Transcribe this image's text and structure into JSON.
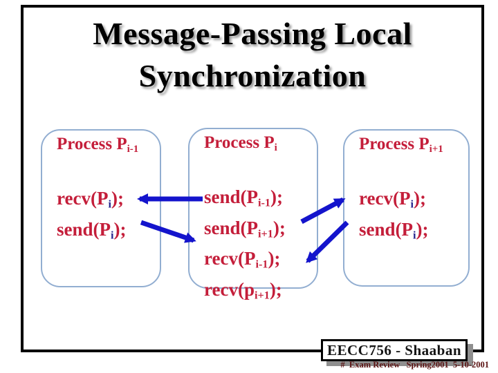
{
  "slide": {
    "title_line1": "Message-Passing Local",
    "title_line2": "Synchronization"
  },
  "boxes": [
    {
      "title": {
        "base": "Process P",
        "sub": "i-1"
      },
      "lines": [
        {
          "pre": "recv(P",
          "sub": "i",
          "post": ");"
        },
        {
          "pre": "send(P",
          "sub": "i",
          "post": ");"
        }
      ]
    },
    {
      "title": {
        "base": "Process P",
        "sub": "i"
      },
      "lines": [
        {
          "pre": "send(P",
          "sub": "i-1",
          "post": ");"
        },
        {
          "pre": "send(P",
          "sub": "i+1",
          "post": ");"
        },
        {
          "pre": "recv(P",
          "sub": "i-1",
          "post": ");"
        },
        {
          "pre": "recv(p",
          "sub": "i+1",
          "post": ");"
        }
      ]
    },
    {
      "title": {
        "base": "Process P",
        "sub": "i+1"
      },
      "lines": [
        {
          "pre": "recv(P",
          "sub": "i",
          "post": ");"
        },
        {
          "pre": "send(P",
          "sub": "i",
          "post": ");"
        }
      ]
    }
  ],
  "arrows": [
    {
      "name": "arrow-send-to-left-neighbor"
    },
    {
      "name": "arrow-send-from-left-neighbor"
    },
    {
      "name": "arrow-send-to-right-neighbor"
    },
    {
      "name": "arrow-send-from-right-neighbor"
    }
  ],
  "footer": {
    "course": "EECC756 - Shaaban",
    "note": "#  Exam Review   Spring2001  5-10-2001"
  },
  "colors": {
    "text_crimson": "#c41e3a",
    "subscript_navy": "#24248e",
    "arrow_blue": "#1414cc",
    "box_border": "#92aed1",
    "title_black": "#000000",
    "shadow_gray": "#9a9a9a",
    "footer_text": "#141414",
    "note_maroon": "#5c1414"
  }
}
